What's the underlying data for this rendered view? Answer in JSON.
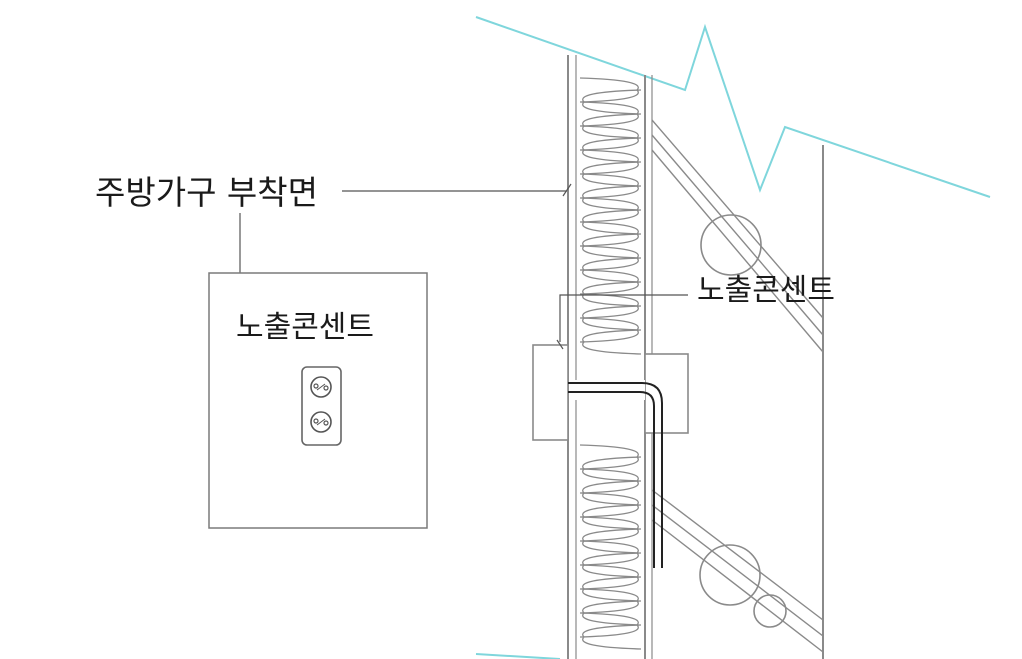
{
  "labels": {
    "mounting_surface": "주방가구 부착면",
    "outlet_elevation": "노출콘센트",
    "outlet_section": "노출콘센트"
  },
  "colors": {
    "line": "#7a7a7a",
    "dark_line": "#222222",
    "break_line": "#7fd6dc",
    "text": "#1a1a1a"
  }
}
